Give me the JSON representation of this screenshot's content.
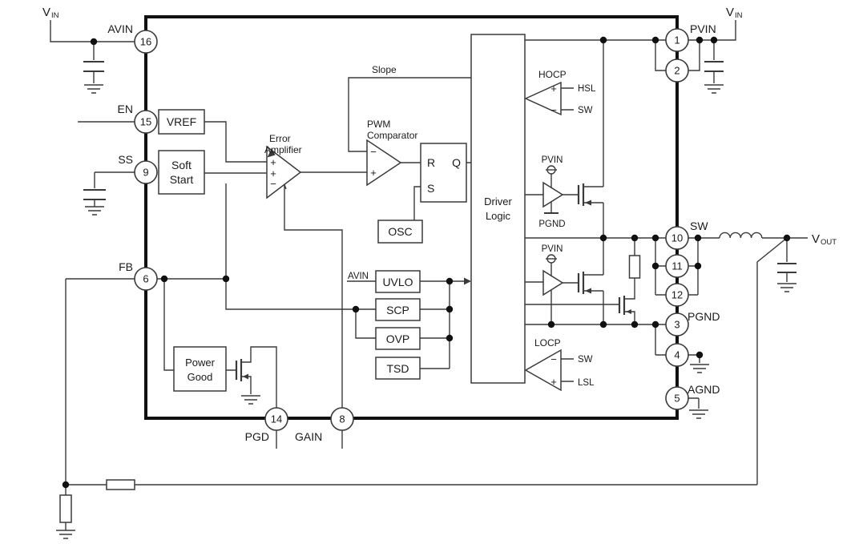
{
  "pins": {
    "avin": {
      "num": "16",
      "label": "AVIN"
    },
    "en": {
      "num": "15",
      "label": "EN"
    },
    "ss": {
      "num": "9",
      "label": "SS"
    },
    "fb": {
      "num": "6",
      "label": "FB"
    },
    "pgd": {
      "num": "14",
      "label": "PGD"
    },
    "gain": {
      "num": "8",
      "label": "GAIN"
    },
    "pvin_1": {
      "num": "1",
      "label": "PVIN"
    },
    "pvin_2": {
      "num": "2"
    },
    "sw_10": {
      "num": "10",
      "label": "SW"
    },
    "sw_11": {
      "num": "11"
    },
    "sw_12": {
      "num": "12"
    },
    "pgnd_3": {
      "num": "3",
      "label": "PGND"
    },
    "pgnd_4": {
      "num": "4"
    },
    "agnd_5": {
      "num": "5",
      "label": "AGND"
    }
  },
  "blocks": {
    "vref": "VREF",
    "soft_start": {
      "line1": "Soft",
      "line2": "Start"
    },
    "osc": "OSC",
    "uvlo": "UVLO",
    "scp": "SCP",
    "ovp": "OVP",
    "tsd": "TSD",
    "power_good": {
      "line1": "Power",
      "line2": "Good"
    },
    "driver_logic": {
      "line1": "Driver",
      "line2": "Logic"
    },
    "flip_flop": {
      "r": "R",
      "s": "S",
      "q": "Q"
    }
  },
  "amplifiers": {
    "error_amp": {
      "line1": "Error",
      "line2": "Amplifier"
    },
    "pwm_comparator": {
      "line1": "PWM",
      "line2": "Comparator"
    },
    "hocp": {
      "label": "HOCP",
      "in_plus": "HSL",
      "in_minus": "SW"
    },
    "locp": {
      "label": "LOCP",
      "in_minus": "SW",
      "in_plus": "LSL"
    }
  },
  "nets": {
    "slope": "Slope",
    "avin_sense": "AVIN",
    "hs_supply": "PVIN",
    "hs_ground": "PGND",
    "ls_supply": "PVIN",
    "vin_left": "V",
    "vin_left_sub": "IN",
    "vin_right": "V",
    "vin_right_sub": "IN",
    "vout": "V",
    "vout_sub": "OUT"
  },
  "signs": {
    "plus": "+",
    "minus": "−"
  }
}
